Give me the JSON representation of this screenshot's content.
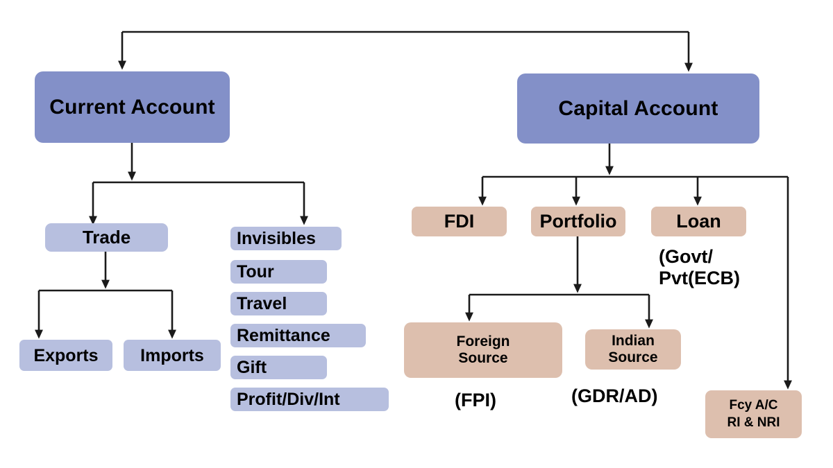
{
  "diagram": {
    "title_present": false,
    "palette": {
      "level1_fill": "#8390c8",
      "branch_blue_fill": "#b7bfdf",
      "branch_tan_fill": "#ddbfae",
      "line_color": "#1a1a1a",
      "background": "#ffffff",
      "text_color": "#000000"
    },
    "root": {
      "label": "",
      "children_count": 2
    },
    "nodes": {
      "current_account": "Current Account",
      "capital_account": "Capital Account",
      "trade": "Trade",
      "exports": "Exports",
      "imports": "Imports",
      "invisibles": "Invisibles",
      "tour": "Tour",
      "travel": "Travel",
      "remittance": "Remittance",
      "gift": "Gift",
      "profit_div_int": "Profit/Div/Int",
      "fdi": "FDI",
      "portfolio": "Portfolio",
      "loan": "Loan",
      "loan_note": "(Govt/\nPvt(ECB)",
      "foreign_source": "Foreign\nSource",
      "foreign_source_note": "(FPI)",
      "indian_source": "Indian\nSource",
      "indian_source_note": "(GDR/AD)",
      "fcy_account": "Fcy A/C\nRI & NRI"
    },
    "invisibles_items": [
      "Invisibles",
      "Tour",
      "Travel",
      "Remittance",
      "Gift",
      "Profit/Div/Int"
    ],
    "edges": [
      {
        "from": "root",
        "to": "current_account"
      },
      {
        "from": "root",
        "to": "capital_account"
      },
      {
        "from": "current_account",
        "to": "trade"
      },
      {
        "from": "current_account",
        "to": "invisibles"
      },
      {
        "from": "trade",
        "to": "exports"
      },
      {
        "from": "trade",
        "to": "imports"
      },
      {
        "from": "capital_account",
        "to": "fdi"
      },
      {
        "from": "capital_account",
        "to": "portfolio"
      },
      {
        "from": "capital_account",
        "to": "loan"
      },
      {
        "from": "capital_account",
        "to": "fcy_account"
      },
      {
        "from": "portfolio",
        "to": "foreign_source"
      },
      {
        "from": "portfolio",
        "to": "indian_source"
      }
    ]
  }
}
